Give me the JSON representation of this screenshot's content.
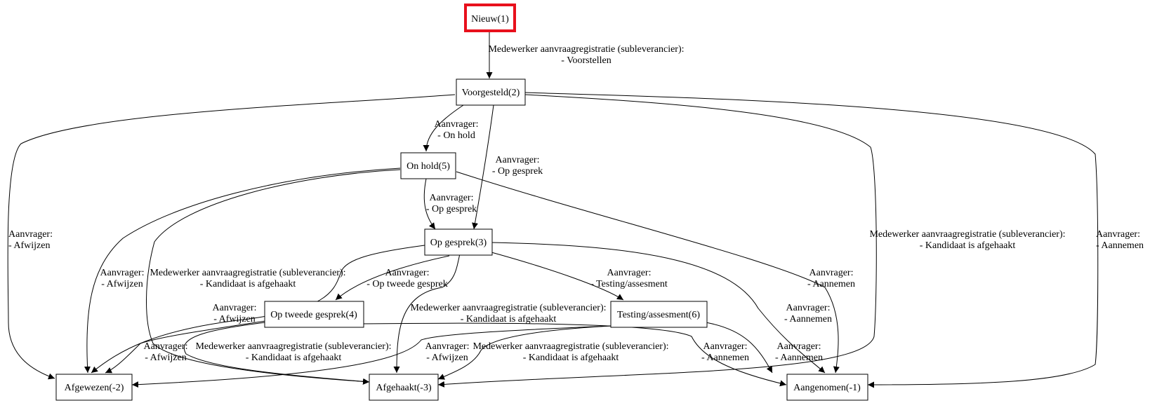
{
  "colors": {
    "start_border": "#e8101c",
    "line": "#000000",
    "background": "#ffffff"
  },
  "nodes": {
    "nieuw": "Nieuw(1)",
    "voorgesteld": "Voorgesteld(2)",
    "on_hold": "On hold(5)",
    "op_gesprek": "Op gesprek(3)",
    "op_tweede_gesprek": "Op tweede gesprek(4)",
    "testing": "Testing/assesment(6)",
    "afgewezen": "Afgewezen(-2)",
    "afgehaakt": "Afgehaakt(-3)",
    "aangenomen": "Aangenomen(-1)"
  },
  "edges": [
    {
      "from": "Nieuw(1)",
      "to": "Voorgesteld(2)",
      "label": [
        "Medewerker aanvraagregistratie (subleverancier):",
        "- Voorstellen"
      ]
    },
    {
      "from": "Voorgesteld(2)",
      "to": "On hold(5)",
      "label": [
        "Aanvrager:",
        "- On hold"
      ]
    },
    {
      "from": "Voorgesteld(2)",
      "to": "Op gesprek(3)",
      "label": [
        "Aanvrager:",
        "- Op gesprek"
      ]
    },
    {
      "from": "Voorgesteld(2)",
      "to": "Afgewezen(-2)",
      "label": [
        "Aanvrager:",
        "- Afwijzen"
      ]
    },
    {
      "from": "Voorgesteld(2)",
      "to": "Afgehaakt(-3)",
      "label": [
        "Medewerker aanvraagregistratie (subleverancier):",
        "- Kandidaat is afgehaakt"
      ]
    },
    {
      "from": "Voorgesteld(2)",
      "to": "Aangenomen(-1)",
      "label": [
        "Aanvrager:",
        "- Aannemen"
      ]
    },
    {
      "from": "On hold(5)",
      "to": "Op gesprek(3)",
      "label": [
        "Aanvrager:",
        "- Op gesprek"
      ]
    },
    {
      "from": "On hold(5)",
      "to": "Afgewezen(-2)",
      "label": [
        "Aanvrager:",
        "- Afwijzen"
      ]
    },
    {
      "from": "On hold(5)",
      "to": "Afgehaakt(-3)",
      "label": [
        "Medewerker aanvraagregistratie (subleverancier):",
        "- Kandidaat is afgehaakt"
      ]
    },
    {
      "from": "On hold(5)",
      "to": "Aangenomen(-1)",
      "label": [
        "Aanvrager:",
        "- Aannemen"
      ]
    },
    {
      "from": "Op gesprek(3)",
      "to": "Op tweede gesprek(4)",
      "label": [
        "Aanvrager:",
        "- Op tweede gesprek"
      ]
    },
    {
      "from": "Op gesprek(3)",
      "to": "Testing/assesment(6)",
      "label": [
        "Aanvrager:",
        "- Testing/assesment"
      ]
    },
    {
      "from": "Op gesprek(3)",
      "to": "Afgewezen(-2)",
      "label": [
        "Aanvrager:",
        "- Afwijzen"
      ]
    },
    {
      "from": "Op gesprek(3)",
      "to": "Afgehaakt(-3)",
      "label": [
        "Medewerker aanvraagregistratie (subleverancier):",
        "- Kandidaat is afgehaakt"
      ]
    },
    {
      "from": "Op gesprek(3)",
      "to": "Aangenomen(-1)",
      "label": [
        "Aanvrager:",
        "- Aannemen"
      ]
    },
    {
      "from": "Op tweede gesprek(4)",
      "to": "Afgewezen(-2)",
      "label": [
        "Aanvrager:",
        "- Afwijzen"
      ]
    },
    {
      "from": "Op tweede gesprek(4)",
      "to": "Afgehaakt(-3)",
      "label": [
        "Medewerker aanvraagregistratie (subleverancier):",
        "- Kandidaat is afgehaakt"
      ]
    },
    {
      "from": "Op tweede gesprek(4)",
      "to": "Aangenomen(-1)",
      "label": [
        "Aanvrager:",
        "- Aannemen"
      ]
    },
    {
      "from": "Testing/assesment(6)",
      "to": "Afgewezen(-2)",
      "label": [
        "Aanvrager:",
        "- Afwijzen"
      ]
    },
    {
      "from": "Testing/assesment(6)",
      "to": "Afgehaakt(-3)",
      "label": [
        "Medewerker aanvraagregistratie (subleverancier):",
        "- Kandidaat is afgehaakt"
      ]
    },
    {
      "from": "Testing/assesment(6)",
      "to": "Aangenomen(-1)",
      "label": [
        "Aanvrager:",
        "- Aannemen"
      ]
    }
  ]
}
